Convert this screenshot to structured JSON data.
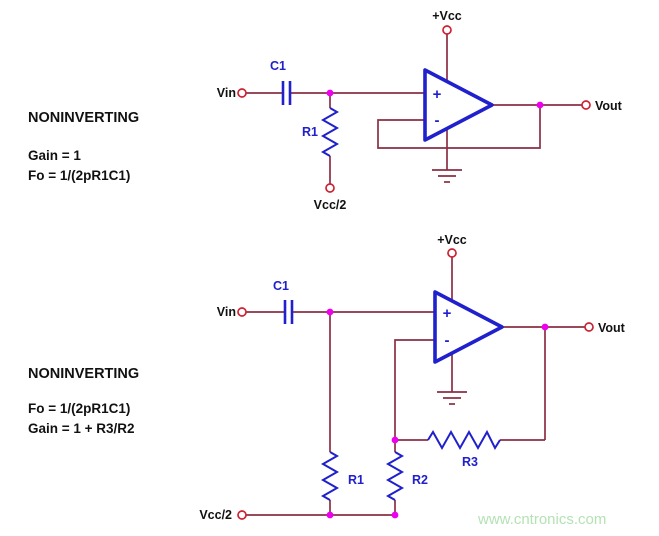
{
  "colors": {
    "background": "#ffffff",
    "wire": "#8a2f44",
    "component": "#2020cc",
    "junction": "#ee00ee",
    "terminal": "#cc2233",
    "text": "#111111",
    "watermark": "#b4e2b4"
  },
  "watermark": "www.cntronics.com",
  "circuit1": {
    "title": "NONINVERTING",
    "line1": "Gain = 1",
    "line2": "Fo = 1/(2pR1C1)",
    "labels": {
      "vin": "Vin",
      "vout": "Vout",
      "vcc": "+Vcc",
      "vcc_half": "Vcc/2",
      "c1": "C1",
      "r1": "R1",
      "plus": "+",
      "minus": "-"
    }
  },
  "circuit2": {
    "title": "NONINVERTING",
    "line1": "Fo = 1/(2pR1C1)",
    "line2": "Gain = 1 + R3/R2",
    "labels": {
      "vin": "Vin",
      "vout": "Vout",
      "vcc": "+Vcc",
      "vcc_half": "Vcc/2",
      "c1": "C1",
      "r1": "R1",
      "r2": "R2",
      "r3": "R3",
      "plus": "+",
      "minus": "-"
    }
  }
}
